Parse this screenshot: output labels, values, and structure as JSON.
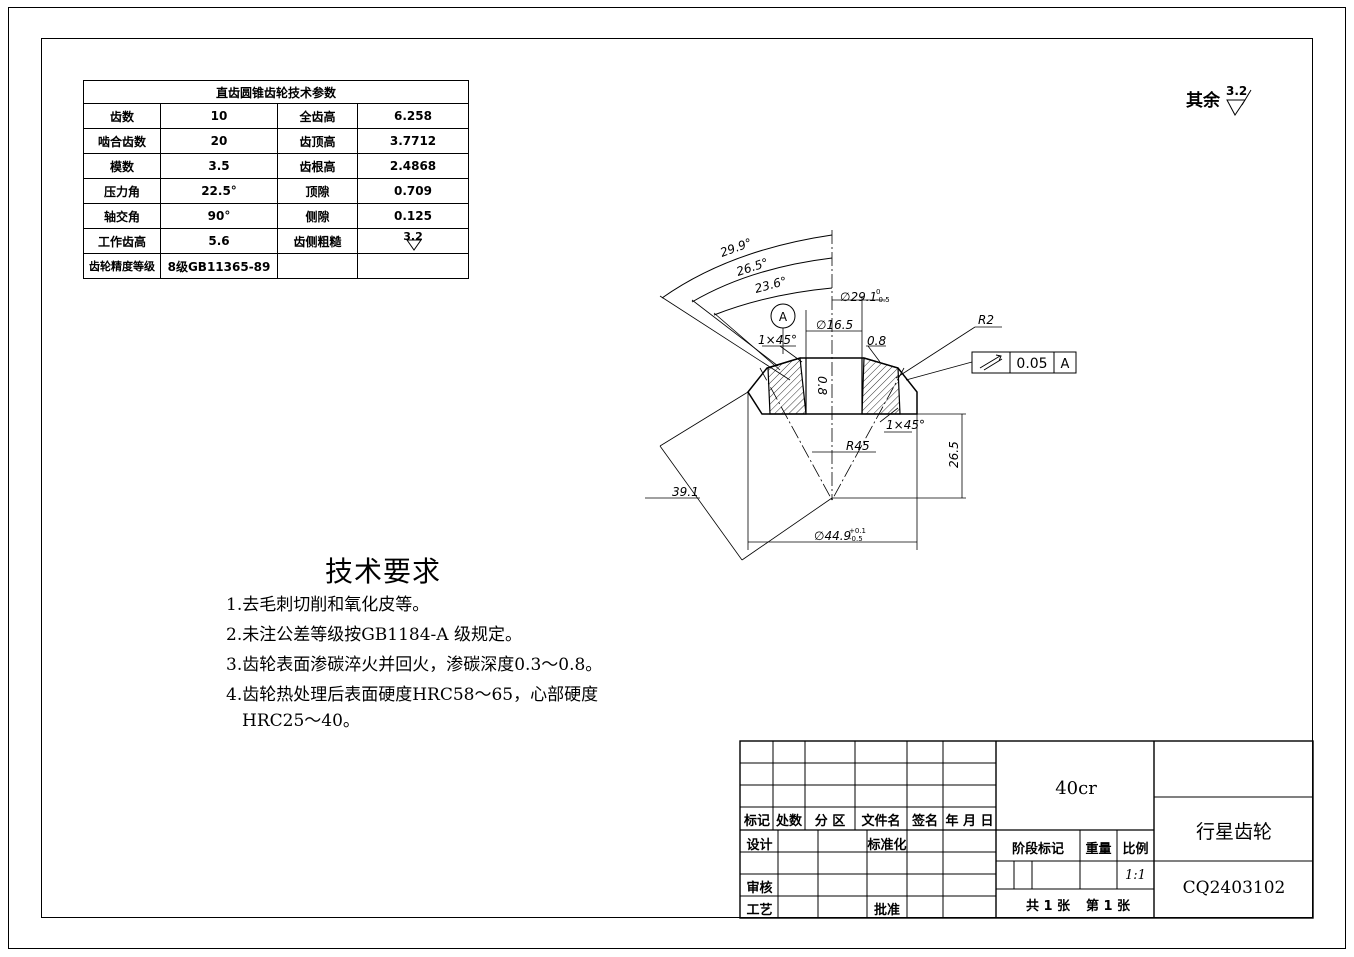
{
  "param_table": {
    "title": "直齿圆锥齿轮技术参数",
    "rows": [
      {
        "label1": "齿数",
        "value1": "10",
        "label2": "全齿高",
        "value2": "6.258"
      },
      {
        "label1": "啮合齿数",
        "value1": "20",
        "label2": "齿顶高",
        "value2": "3.7712"
      },
      {
        "label1": "模数",
        "value1": "3.5",
        "label2": "齿根高",
        "value2": "2.4868"
      },
      {
        "label1": "压力角",
        "value1": "22.5°",
        "label2": "顶隙",
        "value2": "0.709"
      },
      {
        "label1": "轴交角",
        "value1": "90°",
        "label2": "侧隙",
        "value2": "0.125"
      },
      {
        "label1": "工作齿高",
        "value1": "5.6",
        "label2": "齿侧粗糙",
        "value2": "3.2"
      },
      {
        "label1": "齿轮精度等级",
        "value1": "8级GB11365-89",
        "label2": "",
        "value2": ""
      }
    ]
  },
  "general_roughness": {
    "label": "其余",
    "value": "3.2"
  },
  "technical_requirements": {
    "title": "技术要求",
    "notes": [
      "1.去毛刺切削和氧化皮等。",
      "2.未注公差等级按GB1184-A 级规定。",
      "3.齿轮表面渗碳淬火并回火，渗碳深度0.3～0.8。",
      "4.齿轮热处理后表面硬度HRC58～65，心部硬度",
      "HRC25～40。"
    ]
  },
  "dimensions": {
    "arc_outer": "29.9°",
    "arc_mid": "26.5°",
    "arc_inner": "23.6°",
    "dia_top": "∅29.1",
    "dia_top_tol_upper": "0",
    "dia_top_tol_lower": "-0.5",
    "datum": "A",
    "bore": "∅16.5",
    "chamfer_left": "1×45°",
    "chamfer_right": "1×45°",
    "small_08_right": "0.8",
    "small_08_center": "0.8",
    "radius_r2": "R2",
    "radius_r45": "R45",
    "height_265": "26.5",
    "slant_391": "39.1",
    "dia_bottom": "∅44.9",
    "dia_bottom_tol_upper": "+0.1",
    "dia_bottom_tol_lower": "-0.5",
    "runout_value": "0.05",
    "runout_datum": "A"
  },
  "title_block": {
    "headers": [
      "标记",
      "处数",
      "分 区",
      "文件名",
      "签名",
      "年 月 日"
    ],
    "design": "设计",
    "standardization": "标准化",
    "review": "审核",
    "process": "工艺",
    "approve": "批准",
    "stage_mark": "阶段标记",
    "weight": "重量",
    "scale_label": "比例",
    "scale": "1:1",
    "sheets_total": "共 1 张",
    "sheet_number": "第 1 张",
    "material": "40cr",
    "part_name": "行星齿轮",
    "drawing_number": "CQ2403102"
  }
}
